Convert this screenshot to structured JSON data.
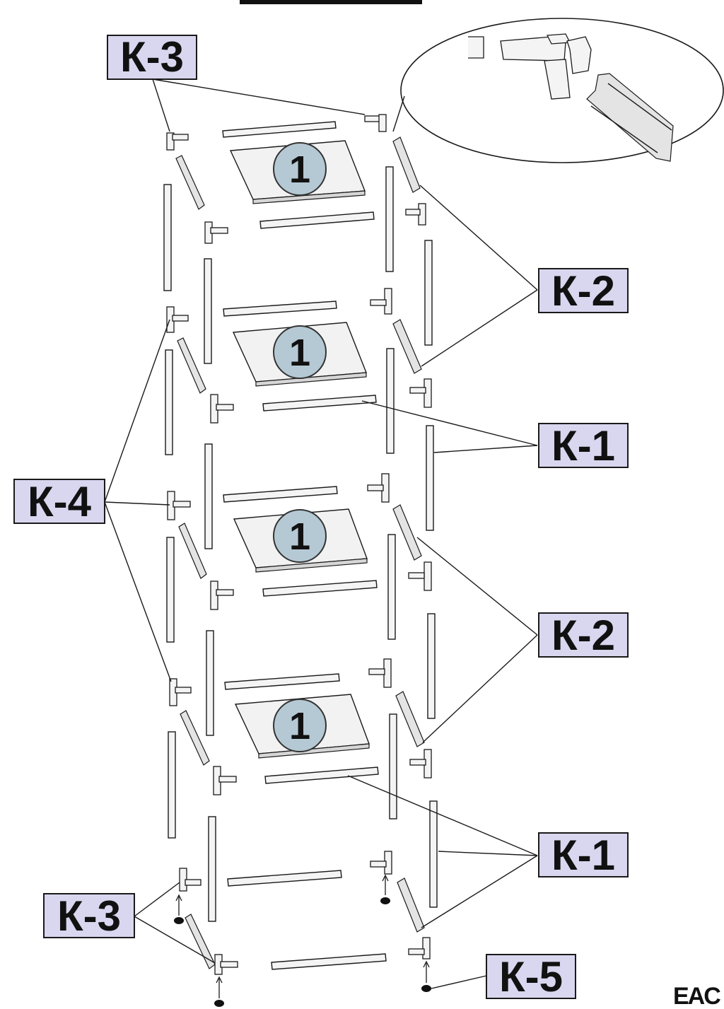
{
  "labels": {
    "k1": "К-1",
    "k2": "К-2",
    "k3": "К-3",
    "k4": "К-4",
    "k5": "К-5"
  },
  "shelf_number": "1",
  "certification_mark": "EAC",
  "colors": {
    "label_fill": "#d9d6ef",
    "badge_fill": "#b5c9d4",
    "line": "#1a1a1a"
  }
}
